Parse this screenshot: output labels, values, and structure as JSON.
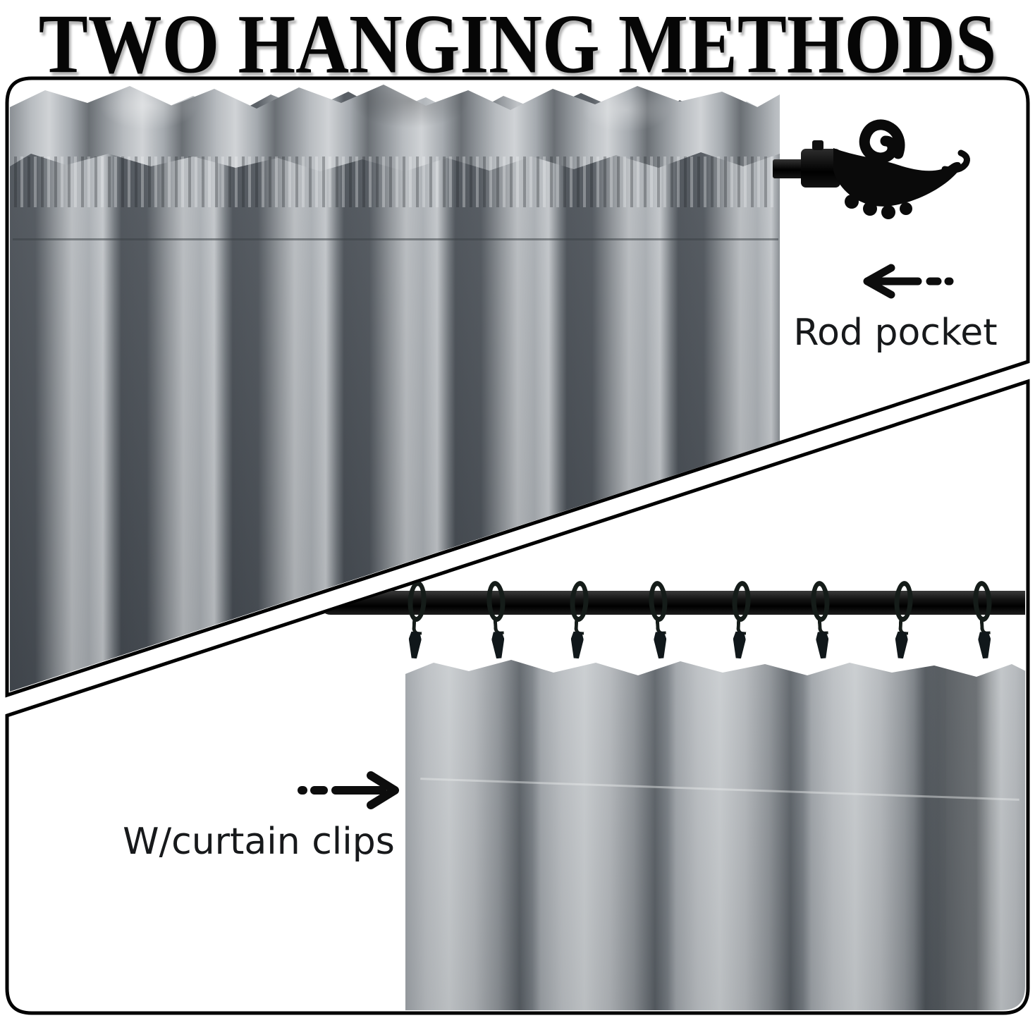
{
  "title": "TWO HANGING METHODS",
  "panels": {
    "top": {
      "method_label": "Rod pocket",
      "arrow_direction": "left",
      "hardware": "decorative scroll finial rod"
    },
    "bottom": {
      "method_label": "W/curtain clips",
      "arrow_direction": "right",
      "ring_count": 8,
      "hardware": "black rod with ring clips"
    }
  },
  "colors": {
    "background": "#ffffff",
    "panel_border": "#000000",
    "curtain_light": "#c3c7cb",
    "curtain_mid": "#9aa0a5",
    "curtain_dark": "#454b52",
    "hardware_black": "#0d0d0d",
    "text": "#17191b"
  }
}
